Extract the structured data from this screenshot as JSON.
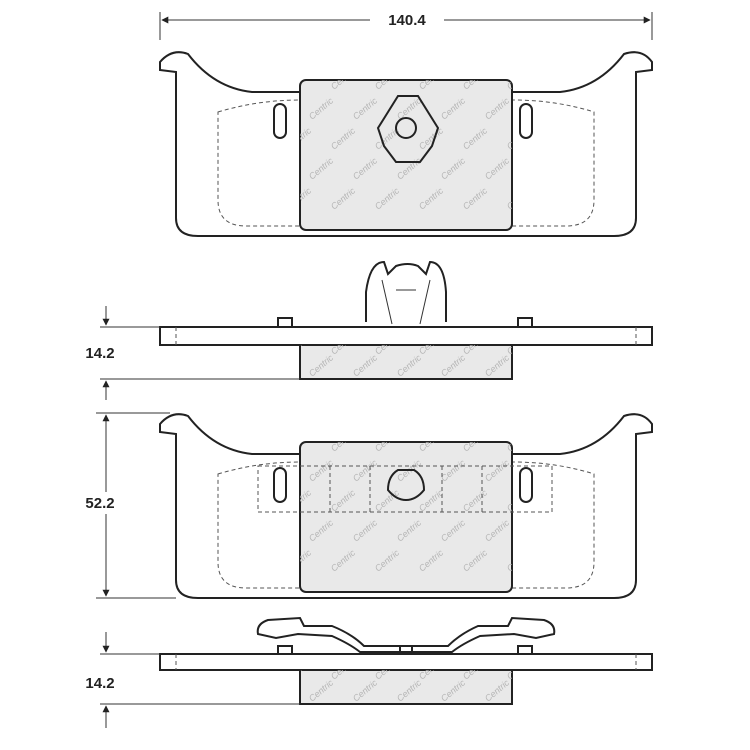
{
  "dimensions": {
    "overall_width": "140.4",
    "thickness_top": "14.2",
    "pad_height": "52.2",
    "thickness_bottom": "14.2"
  },
  "watermark_text": "Centric"
}
